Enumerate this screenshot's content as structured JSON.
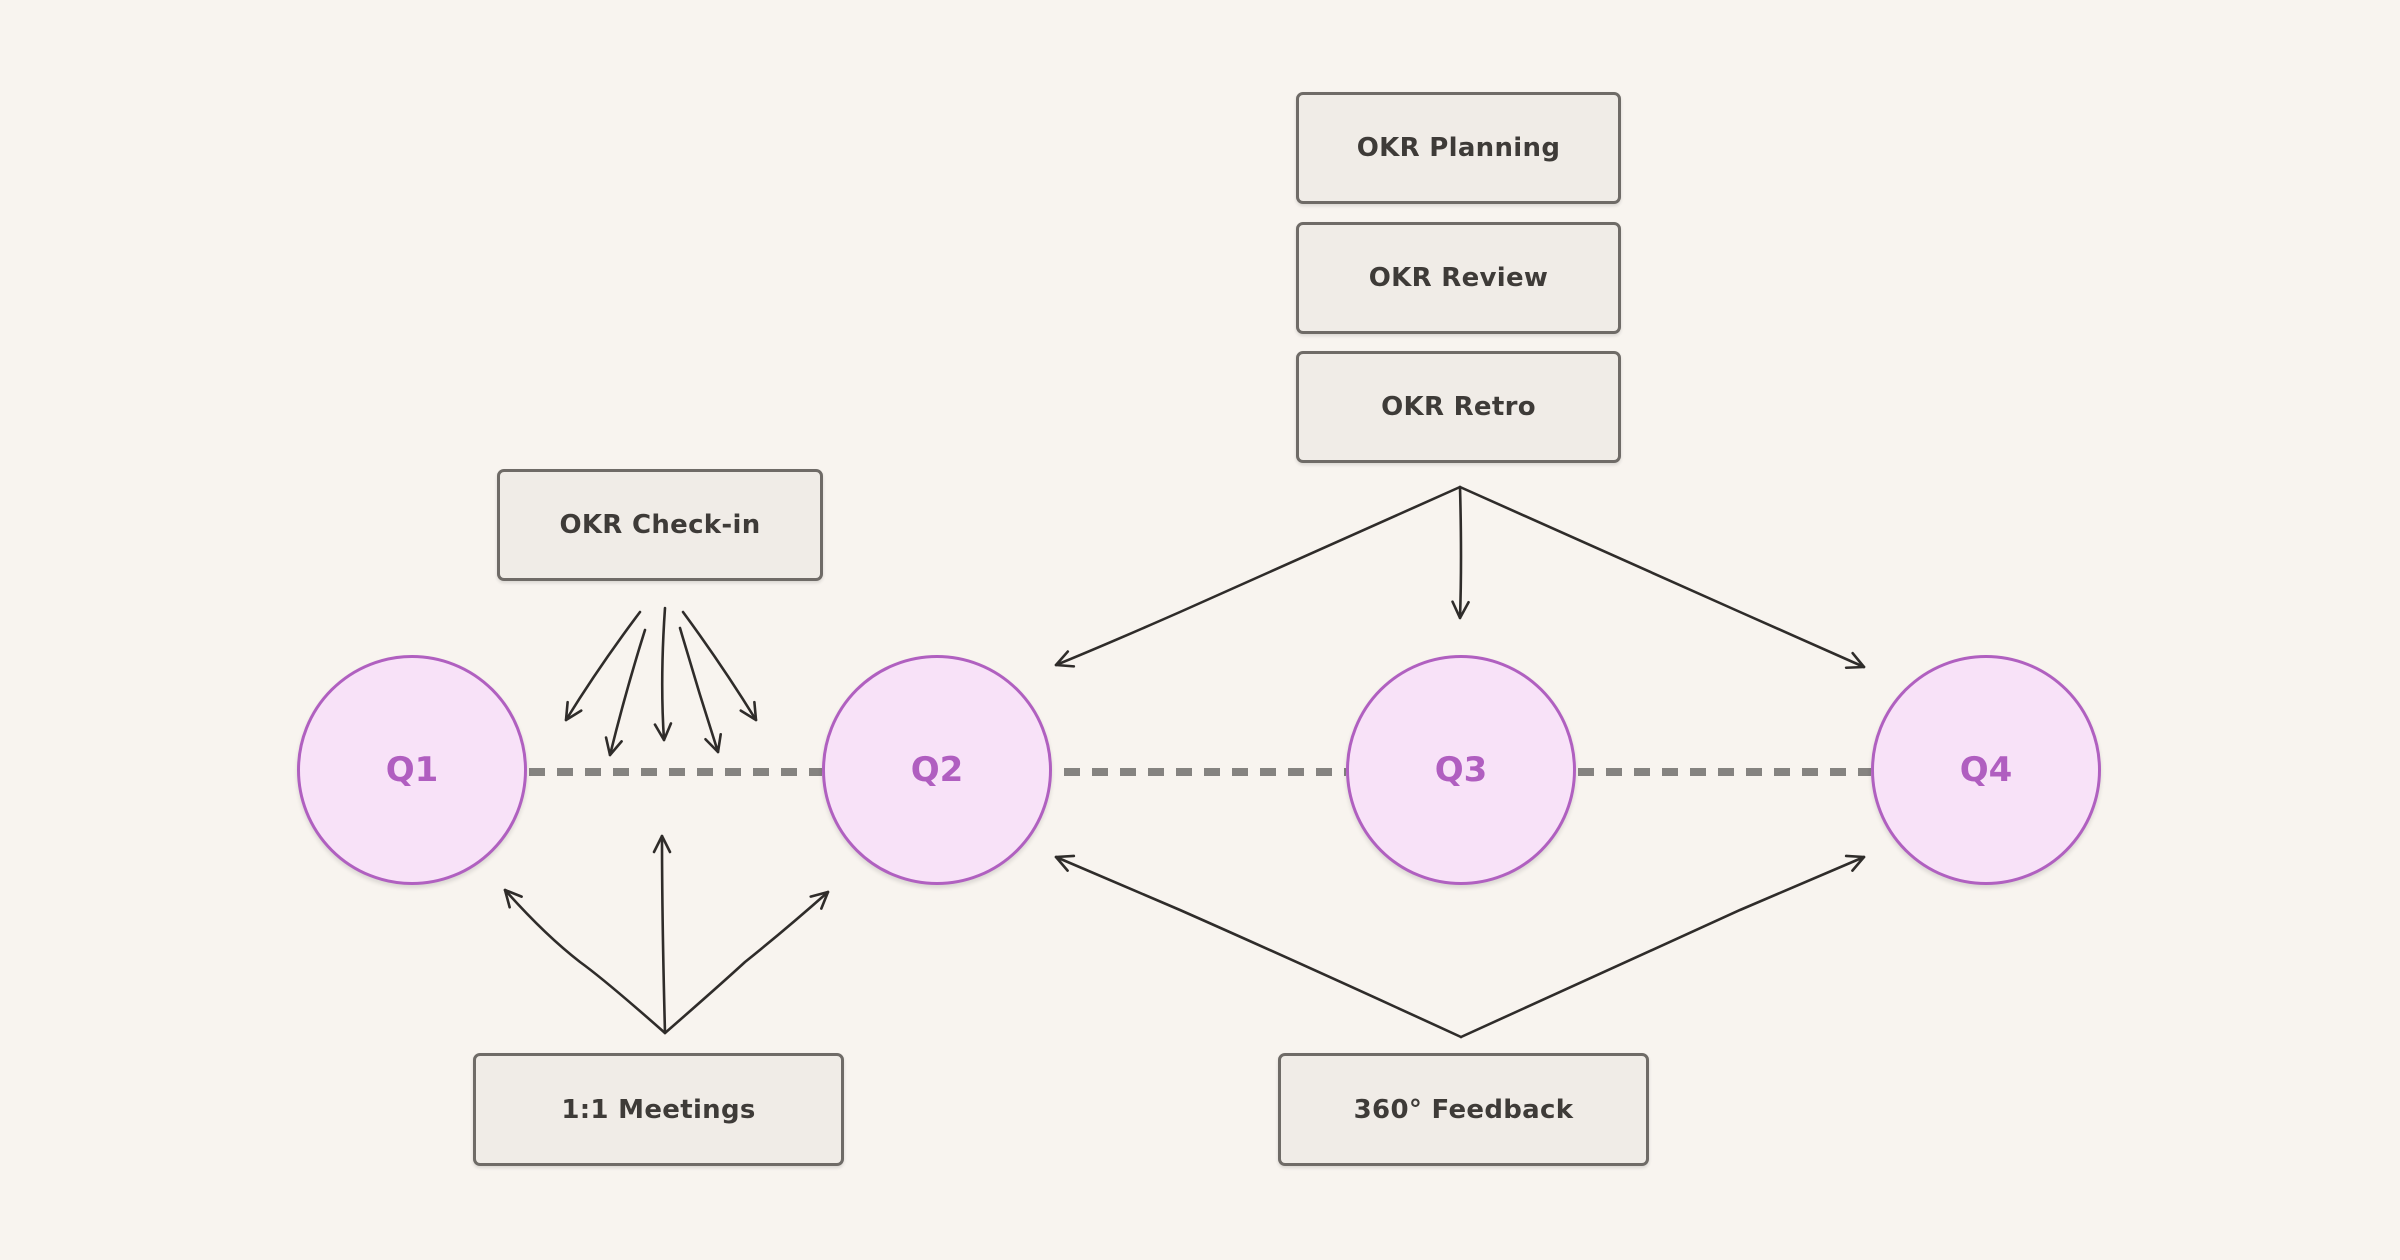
{
  "quarters": [
    {
      "label": "Q1"
    },
    {
      "label": "Q2"
    },
    {
      "label": "Q3"
    },
    {
      "label": "Q4"
    }
  ],
  "events": {
    "okr_planning": "OKR Planning",
    "okr_review": "OKR Review",
    "okr_retro": "OKR Retro",
    "okr_checkin": "OKR Check-in",
    "one_on_one": "1:1 Meetings",
    "feedback_360": "360° Feedback"
  },
  "colors": {
    "background": "#f8f4ef",
    "quarter_fill": "#f8e2f8",
    "quarter_stroke": "#b060c0",
    "box_fill": "#f0ece7",
    "box_stroke": "#6f6b67",
    "arrow": "#2f2c2a",
    "timeline": "#858380"
  }
}
